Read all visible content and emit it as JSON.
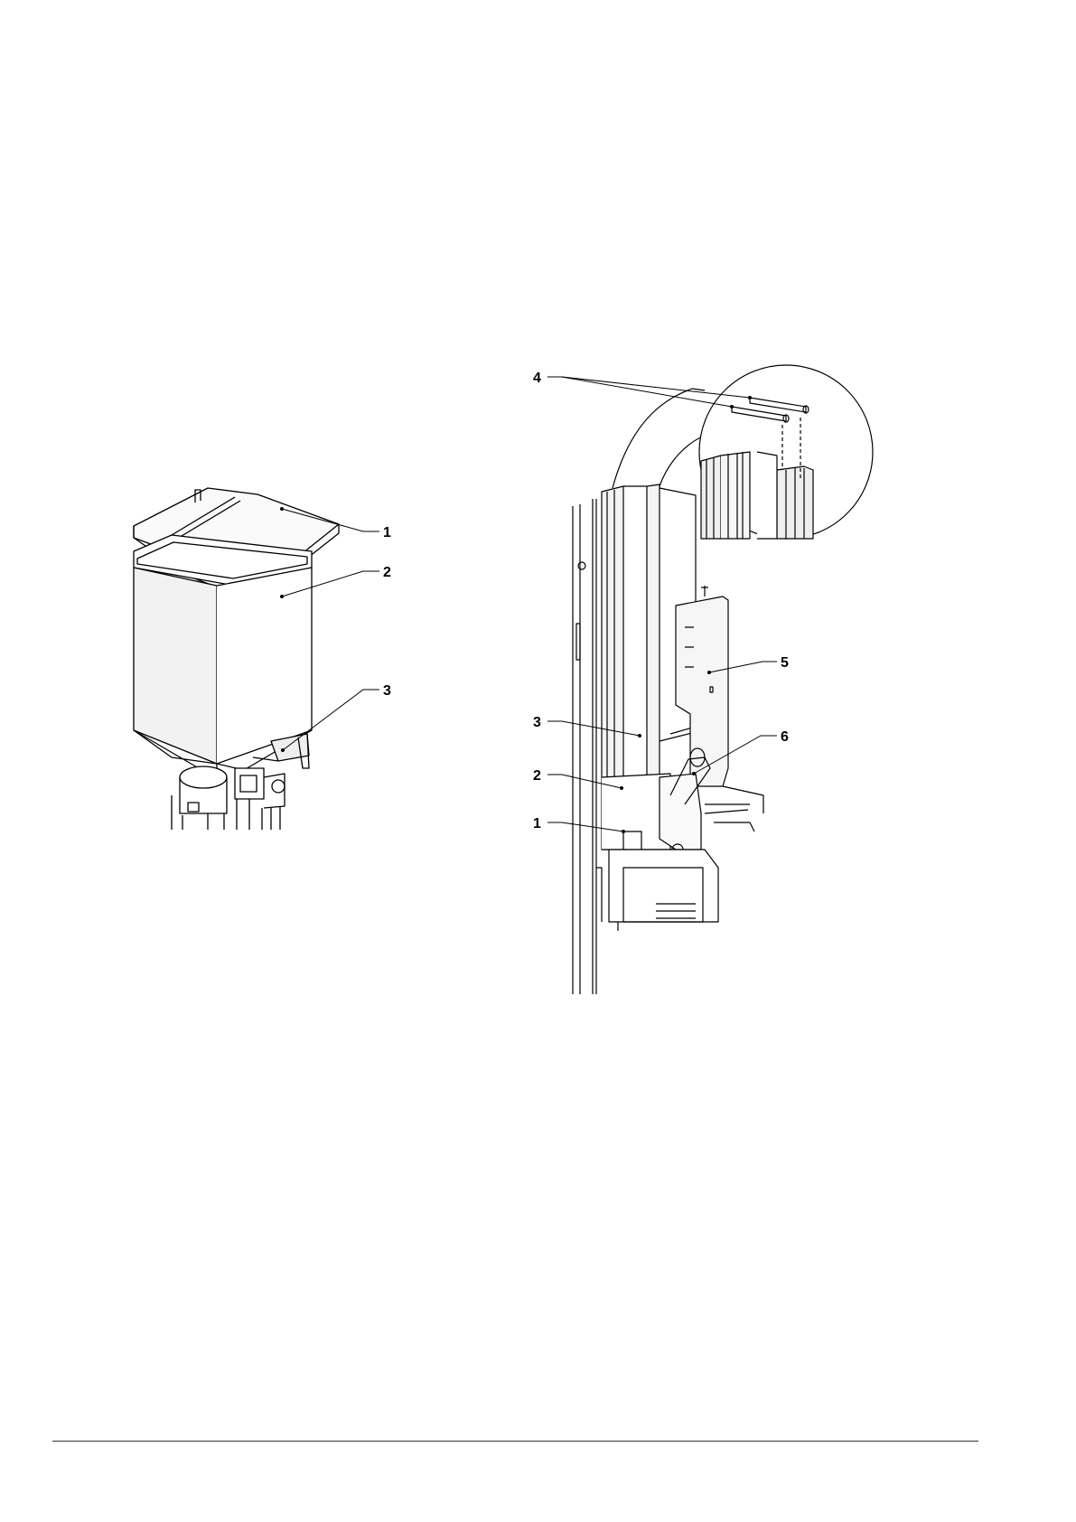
{
  "figures": [
    {
      "id": "left",
      "callouts": [
        {
          "label": "1"
        },
        {
          "label": "2"
        },
        {
          "label": "3"
        }
      ]
    },
    {
      "id": "right",
      "callouts": [
        {
          "label": "1"
        },
        {
          "label": "2"
        },
        {
          "label": "3"
        },
        {
          "label": "4"
        },
        {
          "label": "5"
        },
        {
          "label": "6"
        }
      ]
    }
  ],
  "colors": {
    "line": "#000000",
    "shade": "#f2f2f2",
    "rule": "#333333"
  }
}
